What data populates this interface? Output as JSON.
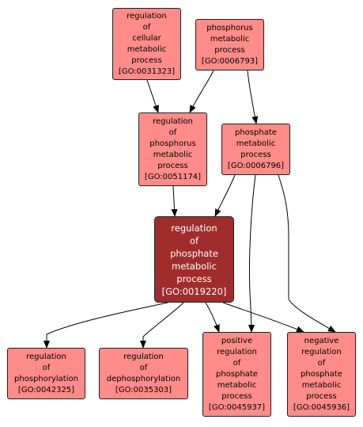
{
  "colors": {
    "node_fill": "#ff8c88",
    "focus_fill": "#a12c2c",
    "edge": "#000000"
  },
  "nodes": {
    "go0031323": {
      "lines": [
        "regulation",
        "of",
        "cellular",
        "metabolic",
        "process"
      ],
      "id": "[GO:0031323]"
    },
    "go0006793": {
      "lines": [
        "phosphorus",
        "metabolic",
        "process"
      ],
      "id": "[GO:0006793]"
    },
    "go0051174": {
      "lines": [
        "regulation",
        "of",
        "phosphorus",
        "metabolic",
        "process"
      ],
      "id": "[GO:0051174]"
    },
    "go0006796": {
      "lines": [
        "phosphate",
        "metabolic",
        "process"
      ],
      "id": "[GO:0006796]"
    },
    "go0019220": {
      "lines": [
        "regulation",
        "of",
        "phosphate",
        "metabolic",
        "process"
      ],
      "id": "[GO:0019220]"
    },
    "go0042325": {
      "lines": [
        "regulation",
        "of",
        "phosphorylation"
      ],
      "id": "[GO:0042325]"
    },
    "go0035303": {
      "lines": [
        "regulation",
        "of",
        "dephosphorylation"
      ],
      "id": "[GO:0035303]"
    },
    "go0045937": {
      "lines": [
        "positive",
        "regulation",
        "of",
        "phosphate",
        "metabolic",
        "process"
      ],
      "id": "[GO:0045937]"
    },
    "go0045936": {
      "lines": [
        "negative",
        "regulation",
        "of",
        "phosphate",
        "metabolic",
        "process"
      ],
      "id": "[GO:0045936]"
    }
  },
  "edges": [
    {
      "from": "go0031323",
      "to": "go0051174"
    },
    {
      "from": "go0006793",
      "to": "go0051174"
    },
    {
      "from": "go0006793",
      "to": "go0006796"
    },
    {
      "from": "go0051174",
      "to": "go0019220"
    },
    {
      "from": "go0006796",
      "to": "go0019220"
    },
    {
      "from": "go0006796",
      "to": "go0045937"
    },
    {
      "from": "go0006796",
      "to": "go0045936"
    },
    {
      "from": "go0019220",
      "to": "go0042325"
    },
    {
      "from": "go0019220",
      "to": "go0035303"
    },
    {
      "from": "go0019220",
      "to": "go0045937"
    },
    {
      "from": "go0019220",
      "to": "go0045936"
    }
  ]
}
